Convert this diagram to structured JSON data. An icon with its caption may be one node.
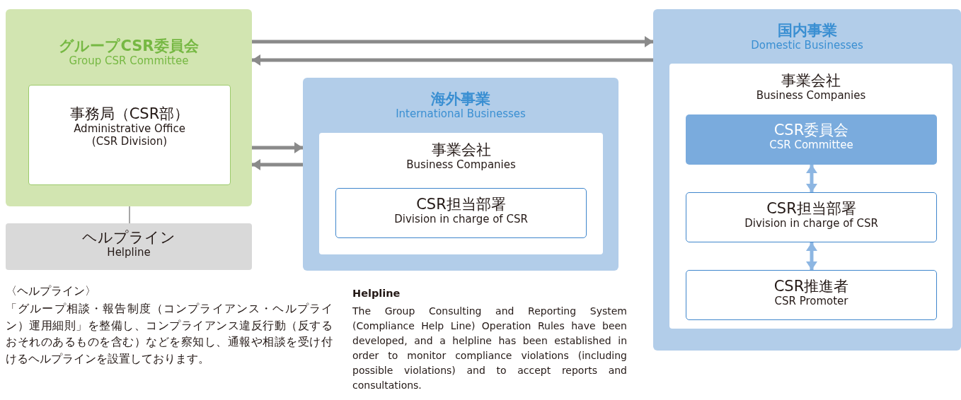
{
  "diagram": {
    "nodes": [
      {
        "text": [
          "グループCSR委員会",
          "Group CSR Committee"
        ]
      },
      {
        "text": [
          "事務局（CSR部）",
          "Administrative Office (CSR Division)"
        ],
        "in": 0
      },
      {
        "text": [
          "ヘルプライン",
          "Helpline"
        ]
      },
      {
        "text": [
          "海外事業",
          "International Businesses"
        ]
      },
      {
        "text": [
          "事業会社",
          "Business Companies"
        ],
        "in": 3
      },
      {
        "text": [
          "CSR担当部署",
          "Division in charge of CSR"
        ],
        "in": 4
      },
      {
        "text": [
          "国内事業",
          "Domestic Businesses"
        ]
      },
      {
        "text": [
          "事業会社",
          "Business Companies"
        ],
        "in": 6
      },
      {
        "text": [
          "CSR委員会",
          "CSR Committee"
        ],
        "in": 7
      },
      {
        "text": [
          "CSR担当部署",
          "Division in charge of CSR"
        ],
        "in": 7
      },
      {
        "text": [
          "CSR推進者",
          "CSR Promoter"
        ],
        "in": 7
      }
    ],
    "edges": [
      {
        "from": 0,
        "to": 6,
        "arrow": "to"
      },
      {
        "from": 6,
        "to": 0,
        "arrow": "to"
      },
      {
        "from": 0,
        "to": 3,
        "arrow": "to"
      },
      {
        "from": 3,
        "to": 0,
        "arrow": "to"
      },
      {
        "from": 0,
        "to": 2,
        "arrow": "none"
      },
      {
        "from": 8,
        "to": 9,
        "arrow": "both",
        "color": "#8db6e2"
      },
      {
        "from": 9,
        "to": 10,
        "arrow": "both",
        "color": "#8db6e2"
      }
    ],
    "labels": [
      "〈ヘルプライン〉",
      "「グループ相談・報告制度（コンプライアンス・ヘルプライン）運用細則」を整備し、コンプライアンス違反行動（反するおそれのあるものを含む）などを察知し、通報や相談を受け付けるヘルプラインを設置しております。",
      "Helpline",
      "The Group Consulting and Reporting System (Compliance Help Line) Operation Rules have been developed, and a helpline has been established in order to monitor compliance violations (including possible violations) and to accept reports and consultations."
    ]
  }
}
